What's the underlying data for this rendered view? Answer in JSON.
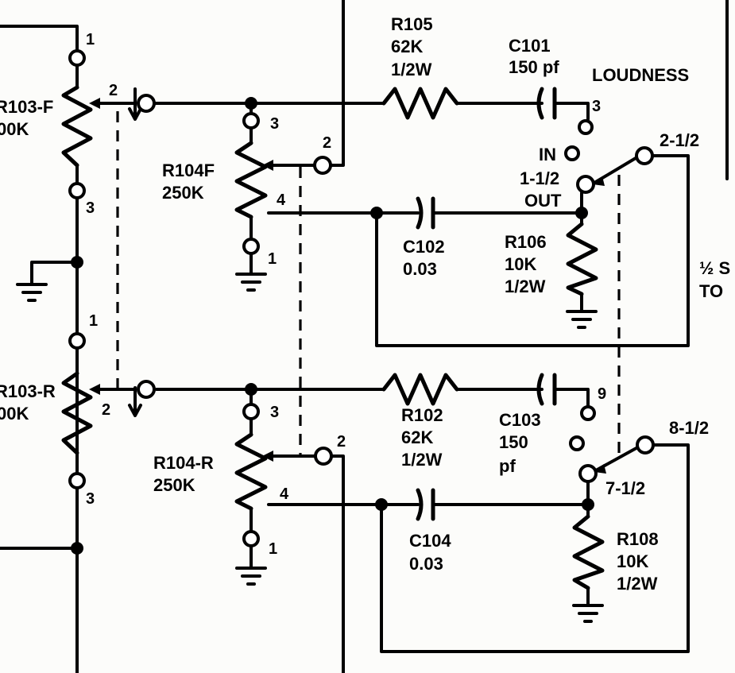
{
  "components": {
    "r103f": {
      "ref": "R103-F",
      "value": "00K"
    },
    "r103r": {
      "ref": "R103-R",
      "value": "00K"
    },
    "r104f": {
      "ref": "R104F",
      "value": "250K"
    },
    "r104r": {
      "ref": "R104-R",
      "value": "250K"
    },
    "r105": {
      "ref": "R105",
      "value": "62K",
      "rating": "1/2W"
    },
    "r102": {
      "ref": "R102",
      "value": "62K",
      "rating": "1/2W"
    },
    "c101": {
      "ref": "C101",
      "value": "150 pf"
    },
    "c103": {
      "ref": "C103",
      "value": "150",
      "unit": "pf"
    },
    "c102": {
      "ref": "C102",
      "value": "0.03"
    },
    "c104": {
      "ref": "C104",
      "value": "0.03"
    },
    "r106": {
      "ref": "R106",
      "value": "10K",
      "rating": "1/2W"
    },
    "r108": {
      "ref": "R108",
      "value": "10K",
      "rating": "1/2W"
    }
  },
  "switch": {
    "title": "LOUDNESS",
    "in_label": "IN",
    "out_label": "OUT",
    "pos_2_half": "2-1/2",
    "pos_1_half": "1-1/2",
    "pos_8_half": "8-1/2",
    "pos_7_half": "7-1/2",
    "pin_3": "3",
    "pin_9": "9"
  },
  "edge_note": {
    "line1": "½ S",
    "line2": "TO"
  },
  "pins": {
    "p1": "1",
    "p2": "2",
    "p3": "3",
    "p4": "4"
  }
}
